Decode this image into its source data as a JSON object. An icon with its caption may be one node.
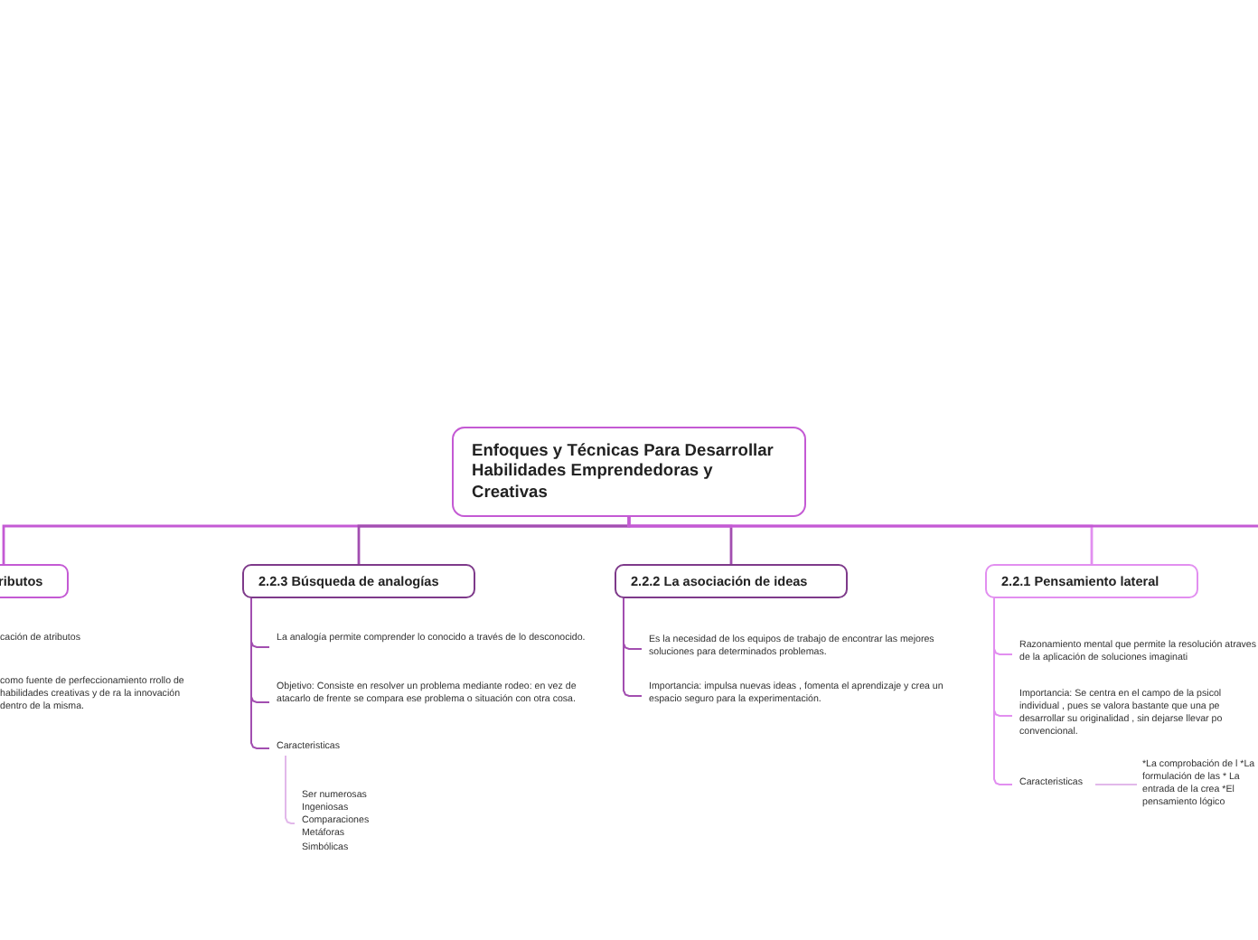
{
  "diagram": {
    "nodes": [
      {
        "text": [
          "Enfoques y Técnicas Para Desarrollar Habilidades Emprendedoras y Creativas"
        ]
      },
      {
        "text": [
          "ributos"
        ]
      },
      {
        "text": [
          "cación de atributos"
        ]
      },
      {
        "text": [
          "como fuente de perfeccionamiento rrollo de habilidades creativas y de ra la innovación dentro de la misma."
        ]
      },
      {
        "text": [
          "2.2.3 Búsqueda de analogías"
        ]
      },
      {
        "text": [
          "La analogía permite comprender lo conocido a través de lo desconocido."
        ]
      },
      {
        "text": [
          "Objetivo: Consiste en resolver un problema  mediante rodeo: en vez de atacarlo de frente se compara ese problema o situación con otra cosa."
        ]
      },
      {
        "text": [
          "Caracteristicas"
        ]
      },
      {
        "text": [
          "Ser numerosas Ingeniosas Comparaciones Metáforas Simbólicas"
        ]
      },
      {
        "text": [
          "2.2.2 La asociación de ideas"
        ]
      },
      {
        "text": [
          "Es la necesidad de los equipos de trabajo de encontrar las mejores soluciones para determinados problemas."
        ]
      },
      {
        "text": [
          "Importancia: impulsa nuevas ideas , fomenta el aprendizaje y crea un espacio seguro para la experimentación."
        ]
      },
      {
        "text": [
          "2.2.1 Pensamiento lateral"
        ]
      },
      {
        "text": [
          "Razonamiento mental que permite la resolución atraves de la aplicación de soluciones imaginati"
        ]
      },
      {
        "text": [
          "Importancia: Se centra en el campo de la psicol individual , pues se valora bastante que una pe desarrollar su originalidad , sin dejarse llevar po convencional."
        ]
      },
      {
        "text": [
          "Caracteristicas"
        ]
      },
      {
        "text": [
          "*La comprobación de l *La formulación de las * La entrada de la crea *El pensamiento lógico"
        ]
      }
    ],
    "edges": [
      {
        "from": 0,
        "to": 1,
        "arrow": "none",
        "color": "#c45ad4"
      },
      {
        "from": 0,
        "to": 4,
        "arrow": "none"
      },
      {
        "from": 0,
        "to": 9,
        "arrow": "none"
      },
      {
        "from": 0,
        "to": 12,
        "arrow": "none",
        "color": "#e28ff0"
      },
      {
        "from": 0,
        "to": null,
        "arrow": "none",
        "color": "#c45ad4"
      },
      {
        "from": 4,
        "to": 5,
        "arrow": "none"
      },
      {
        "from": 4,
        "to": 6,
        "arrow": "none"
      },
      {
        "from": 4,
        "to": 7,
        "arrow": "none"
      },
      {
        "from": 7,
        "to": 8,
        "arrow": "none",
        "color": "#e2b8ea"
      },
      {
        "from": 9,
        "to": 10,
        "arrow": "none"
      },
      {
        "from": 9,
        "to": 11,
        "arrow": "none"
      },
      {
        "from": 12,
        "to": 13,
        "arrow": "none",
        "color": "#e28ff0"
      },
      {
        "from": 12,
        "to": 14,
        "arrow": "none",
        "color": "#e28ff0"
      },
      {
        "from": 12,
        "to": 15,
        "arrow": "none",
        "color": "#e28ff0"
      },
      {
        "from": 15,
        "to": 16,
        "arrow": "none",
        "color": "#e2b8ea"
      }
    ]
  }
}
